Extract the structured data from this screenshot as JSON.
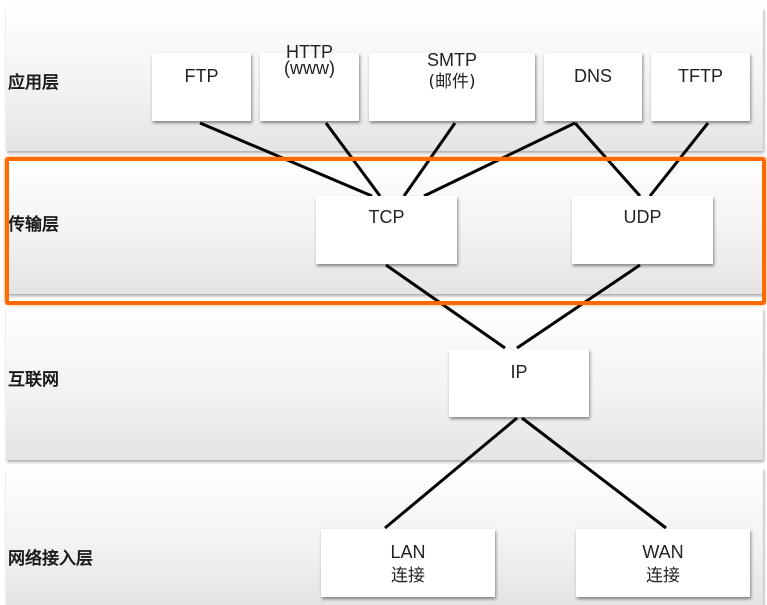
{
  "layers": {
    "application": "应用层",
    "transport": "传输层",
    "internet": "互联网",
    "network_access": "网络接入层"
  },
  "protocols": {
    "ftp": "FTP",
    "http": "HTTP",
    "http_sub": "(www)",
    "smtp": "SMTP",
    "smtp_sub": "(邮件)",
    "dns": "DNS",
    "tftp": "TFTP",
    "tcp": "TCP",
    "udp": "UDP",
    "ip": "IP",
    "lan": "LAN",
    "lan_sub": "连接",
    "wan": "WAN",
    "wan_sub": "连接"
  },
  "colors": {
    "highlight": "#ff6a00",
    "line": "#000000"
  }
}
